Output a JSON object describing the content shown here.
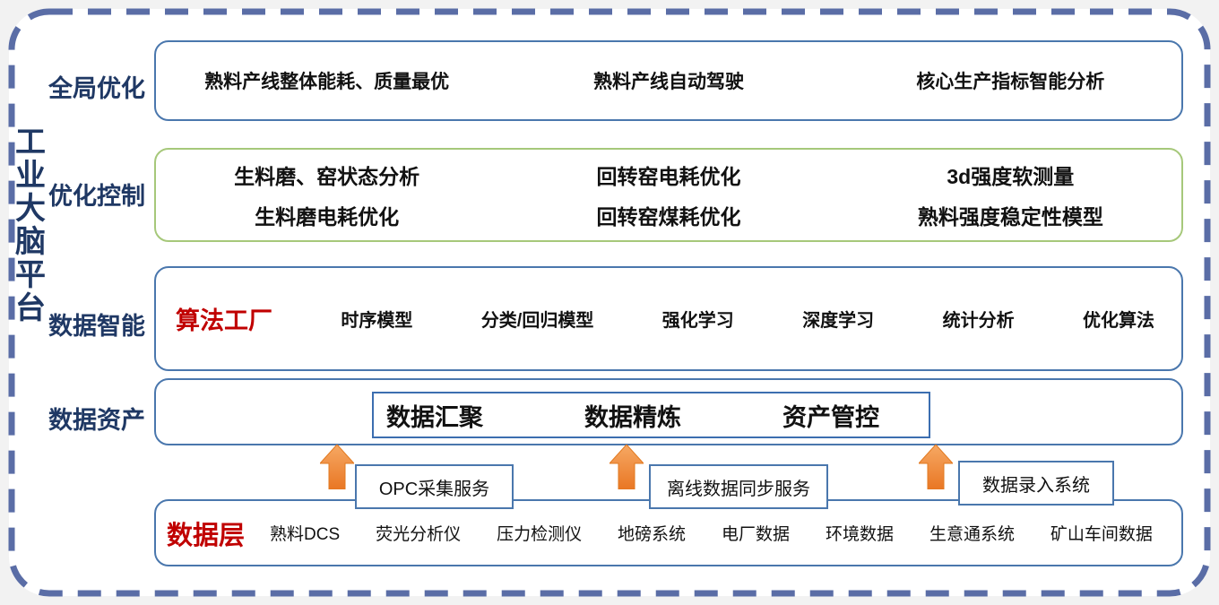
{
  "platform_title": "工业大脑平台",
  "colors": {
    "navy_text": "#1f3864",
    "red_text": "#c00000",
    "blue_border": "#4a77ad",
    "green_border": "#a6c87a",
    "frame_dash": "#5a6da6",
    "arrow_orange": "#ed7d31"
  },
  "layers": {
    "global_opt": {
      "label": "全局优化",
      "items": [
        "熟料产线整体能耗、质量最优",
        "熟料产线自动驾驶",
        "核心生产指标智能分析"
      ]
    },
    "opt_control": {
      "label": "优化控制",
      "row1": [
        "生料磨、窑状态分析",
        "回转窑电耗优化",
        "3d强度软测量"
      ],
      "row2": [
        "生料磨电耗优化",
        "回转窑煤耗优化",
        "熟料强度稳定性模型"
      ]
    },
    "data_intel": {
      "label": "数据智能",
      "factory_label": "算法工厂",
      "items": [
        "时序模型",
        "分类/回归模型",
        "强化学习",
        "深度学习",
        "统计分析",
        "优化算法"
      ]
    },
    "data_asset": {
      "label": "数据资产",
      "items": [
        "数据汇聚",
        "数据精炼",
        "资产管控"
      ]
    },
    "data_layer": {
      "label": "数据层",
      "items": [
        "熟料DCS",
        "荧光分析仪",
        "压力检测仪",
        "地磅系统",
        "电厂数据",
        "环境数据",
        "生意通系统",
        "矿山车间数据"
      ]
    }
  },
  "connectors": [
    "OPC采集服务",
    "离线数据同步服务",
    "数据录入系统"
  ]
}
